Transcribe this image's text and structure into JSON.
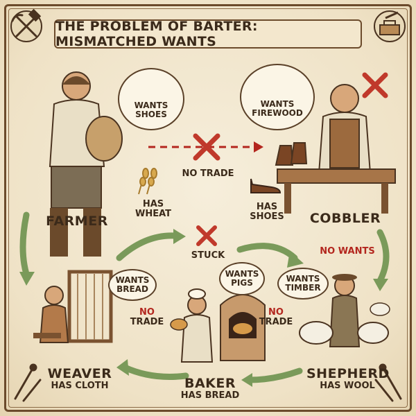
{
  "title": "THE PROBLEM OF BARTER: MISMATCHED WANTS",
  "characters": {
    "farmer": {
      "name": "FARMER",
      "wants_line1": "WANTS",
      "wants_line2": "SHOES",
      "has_line1": "HAS",
      "has_line2": "WHEAT"
    },
    "cobbler": {
      "name": "COBBLER",
      "wants_line1": "WANTS",
      "wants_line2": "FIREWOOD",
      "has_line1": "HAS",
      "has_line2": "SHOES"
    },
    "weaver": {
      "name": "WEAVER",
      "has": "HAS CLOTH",
      "wants_line1": "WANTS",
      "wants_line2": "BREAD"
    },
    "baker": {
      "name": "BAKER",
      "has": "HAS BREAD",
      "wants_line1": "WANTS",
      "wants_line2": "PIGS"
    },
    "shepherd": {
      "name": "SHEPHERD",
      "has": "HAS WOOL",
      "wants_line1": "WANTS",
      "wants_line2": "TIMBER"
    }
  },
  "status": {
    "no_trade_top": "NO TRADE",
    "stuck": "STUCK",
    "no_wants": "NO WANTS",
    "no_trade_left_1": "NO",
    "no_trade_left_2": "TRADE",
    "no_trade_right_1": "NO",
    "no_trade_right_2": "TRADE"
  },
  "icons": [
    "hammer-pick-icon",
    "toolbox-icon",
    "shoe-icon",
    "firewood-icon",
    "wheat-icon",
    "red-x-icon",
    "tools-icon"
  ],
  "colors": {
    "arrow_green": "#7a9a5a",
    "cross_red": "#c0392b",
    "ink": "#3b2a1a",
    "parchment": "#f1e6cc"
  }
}
